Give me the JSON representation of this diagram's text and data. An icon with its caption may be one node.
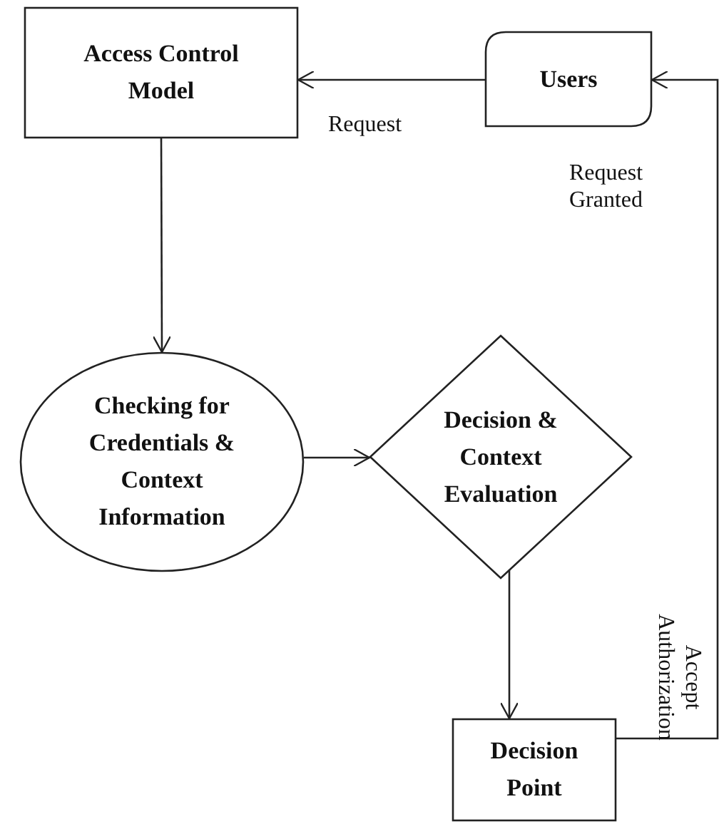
{
  "diagram": {
    "nodes": [
      {
        "text": [
          "Access Control Model"
        ]
      },
      {
        "text": [
          "Users"
        ]
      },
      {
        "text": [
          "Checking for Credentials & Context Information"
        ]
      },
      {
        "text": [
          "Decision & Context Evaluation"
        ]
      },
      {
        "text": [
          "Decision Point"
        ]
      }
    ],
    "edges": [
      {
        "from": 1,
        "to": 0,
        "arrow": "to",
        "label": "Request"
      },
      {
        "from": 0,
        "to": 2,
        "arrow": "to"
      },
      {
        "from": 2,
        "to": 3,
        "arrow": "to"
      },
      {
        "from": 3,
        "to": 4,
        "arrow": "to"
      },
      {
        "from": 4,
        "to": 1,
        "arrow": "to",
        "label": "Accept Authorization"
      }
    ],
    "labels": [
      "Request Granted"
    ]
  }
}
